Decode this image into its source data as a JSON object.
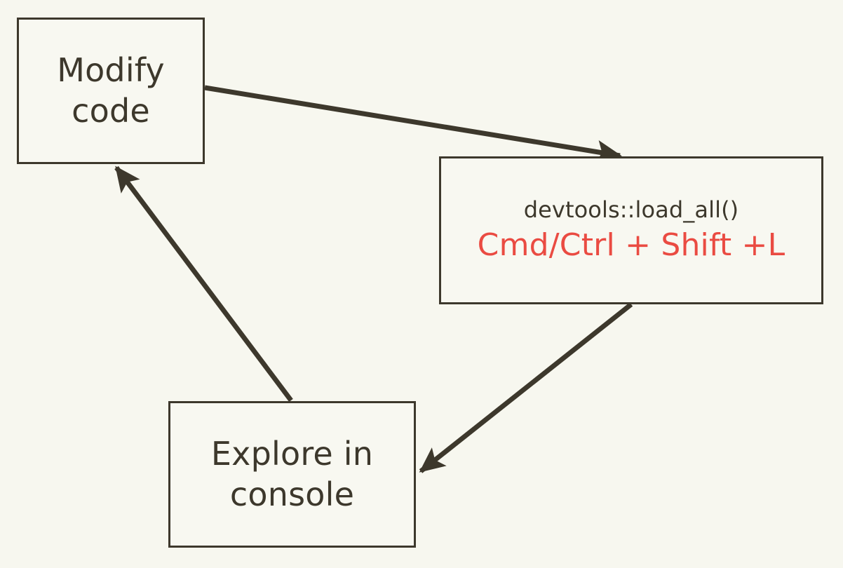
{
  "diagram": {
    "type": "flowchart",
    "background_color": "#f7f7ef",
    "stroke_color": "#3d382c",
    "accent_color": "#ea4b42",
    "nodes": [
      {
        "id": "modify-code",
        "label": "Modify\ncode",
        "shape": "rectangle"
      },
      {
        "id": "devtools",
        "shape": "rectangle",
        "line1": "devtools::load_all()",
        "line2": "Cmd/Ctrl + Shift +L"
      },
      {
        "id": "explore-console",
        "label": "Explore in\nconsole",
        "shape": "rectangle"
      }
    ],
    "edges": [
      {
        "id": "modify-to-devtools",
        "from": "modify-code",
        "to": "devtools",
        "label": ""
      },
      {
        "id": "devtools-to-explore",
        "from": "devtools",
        "to": "explore-console",
        "label": ""
      },
      {
        "id": "explore-to-modify",
        "from": "explore-console",
        "to": "modify-code",
        "label": ""
      }
    ]
  }
}
